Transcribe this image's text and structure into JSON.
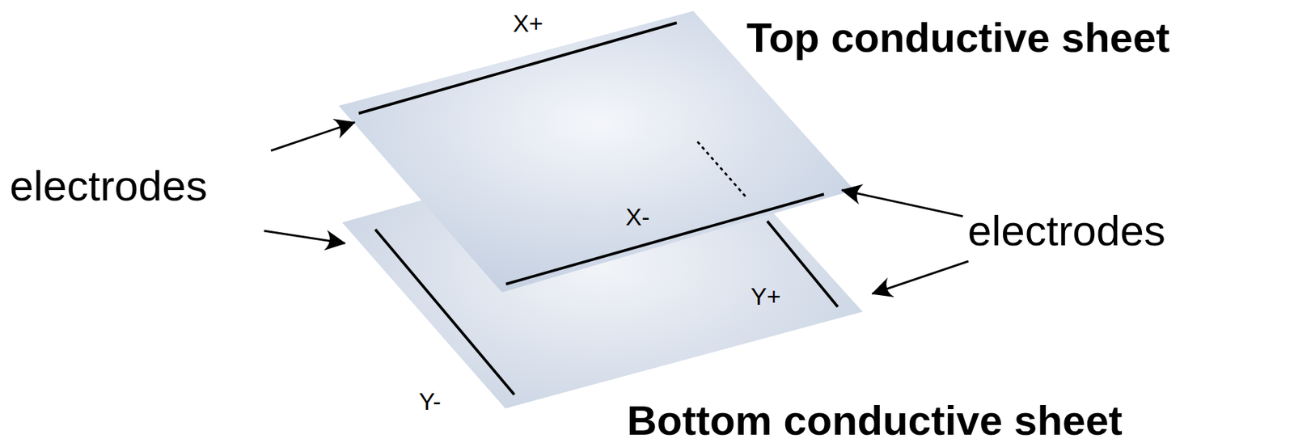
{
  "diagram": {
    "labels": [
      "X+",
      "Top conductive sheet",
      "electrodes",
      "X-",
      "electrodes",
      "Y+",
      "Y-",
      "Bottom conductive sheet"
    ]
  }
}
